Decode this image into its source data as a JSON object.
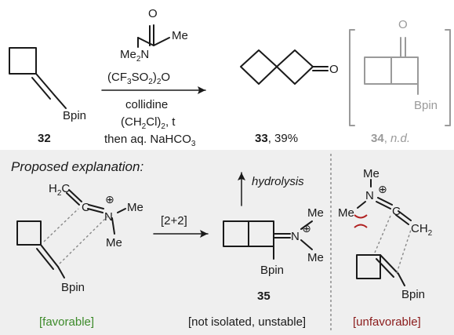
{
  "reagent": {
    "carbonyl_o": "O",
    "methyl": "Me",
    "amine": "Me2N",
    "anhydride": "(CF3SO2)2O",
    "base": "collidine",
    "solvent": "(CH2Cl2), t",
    "workup": "then aq. NaHCO3"
  },
  "compounds": {
    "c32": "32",
    "c33": "33",
    "c33_yield": ", 39%",
    "c34": "34",
    "c34_yield": "n.d.",
    "c35": "35",
    "bpin": "Bpin",
    "o": "O"
  },
  "explanation": {
    "title": "Proposed explanation:",
    "hydrolysis": "hydrolysis",
    "cycloaddition": "[2+2]",
    "favorable": "[favorable]",
    "not_isolated": "[not isolated, unstable]",
    "unfavorable": "[unfavorable]",
    "h2c": "H2C",
    "c_atom": "C",
    "n_atom": "N",
    "me": "Me",
    "ch2": "CH2",
    "plus": "⊕"
  },
  "colors": {
    "panel": "#efefef",
    "favorable": "#3d8a2a",
    "unfavorable": "#8a1a1a",
    "faded": "#9a9a9a"
  }
}
